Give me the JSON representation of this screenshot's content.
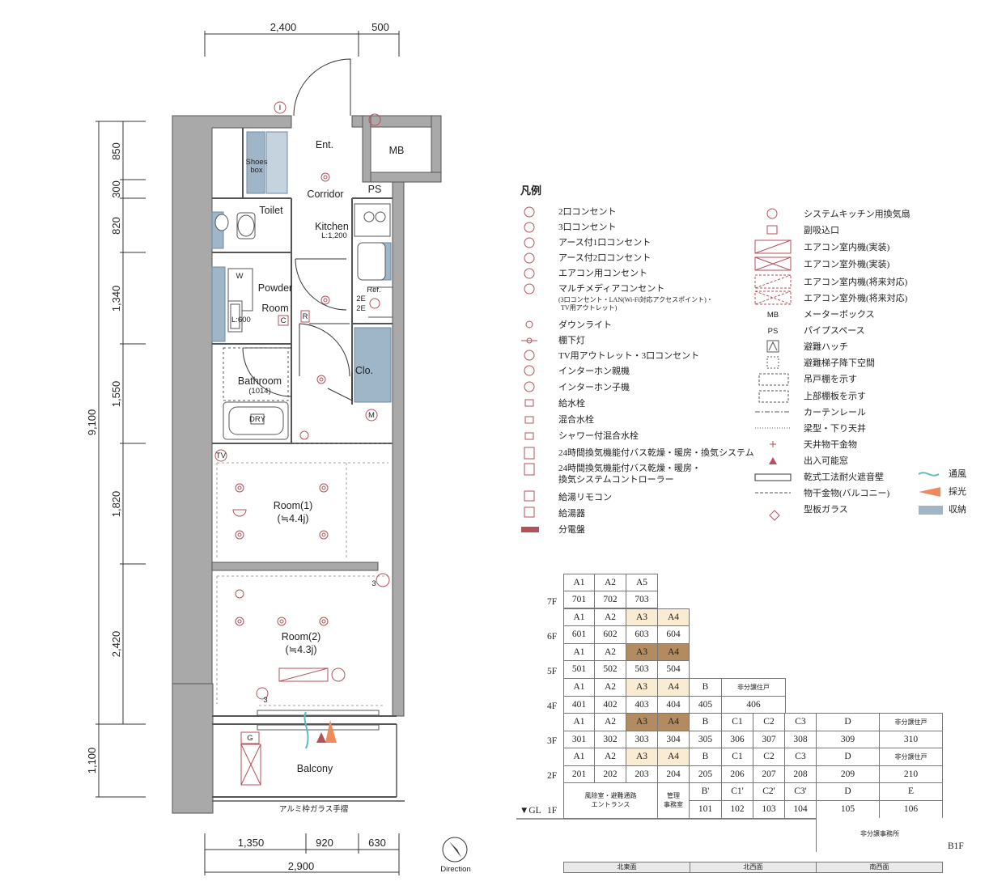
{
  "dimensions": {
    "top": [
      "2,400",
      "500"
    ],
    "bottom": [
      "1,350",
      "920",
      "630"
    ],
    "bottom_total": "2,900",
    "left_inner": [
      "850",
      "300",
      "820",
      "1,340",
      "1,550",
      "1,820",
      "2,420"
    ],
    "left_total": "9,100",
    "left_balcony": "1,100"
  },
  "rooms": {
    "ent": "Ent.",
    "mb": "MB",
    "ps": "PS",
    "corridor": "Corridor",
    "toilet": "Toilet",
    "kitchen": "Kitchen",
    "kitchen_len": "L:1,200",
    "shoes": "Shoes\nbox",
    "shoes1": "Shoes",
    "shoes2": "box",
    "powder1": "Powder",
    "powder2": "Room",
    "powder_len": "L:600",
    "washer": "W",
    "ref": "Ref.",
    "clo": "Clo.",
    "bath1": "Bathroom",
    "bath2": "(1014)",
    "dry": "DRY",
    "room1_a": "Room(1)",
    "room1_b": "(≒4.4j)",
    "room2_a": "Room(2)",
    "room2_b": "(≒4.3j)",
    "balcony": "Balcony",
    "railing": "アルミ枠ガラス手摺",
    "direction": "Direction",
    "g": "G",
    "c": "C",
    "r": "R",
    "m": "M",
    "i": "I",
    "tv": "TV",
    "num3": "3",
    "num2e": "2E"
  },
  "legend": {
    "title": "凡例",
    "left": [
      "2口コンセント",
      "3口コンセント",
      "アース付1口コンセント",
      "アース付2口コンセント",
      "エアコン用コンセント",
      "マルチメディアコンセント",
      "(3口コンセント・LAN(Wi-Fi対応アクセスポイント)・",
      "TV用アウトレット)",
      "ダウンライト",
      "棚下灯",
      "TV用アウトレット・3口コンセント",
      "インターホン親機",
      "インターホン子機",
      "給水栓",
      "混合水栓",
      "シャワー付混合水栓",
      "24時間換気機能付バス乾燥・暖房・換気システム",
      "24時間換気機能付バス乾燥・暖房・",
      "換気システムコントローラー",
      "給湯リモコン",
      "給湯器",
      "分電盤"
    ],
    "right": [
      "システムキッチン用換気扇",
      "副吸込口",
      "エアコン室内機(実装)",
      "エアコン室外機(実装)",
      "エアコン室内機(将来対応)",
      "エアコン室外機(将来対応)",
      "メーターボックス",
      "パイプスペース",
      "避難ハッチ",
      "避難梯子降下空間",
      "吊戸棚を示す",
      "上部棚板を示す",
      "カーテンレール",
      "梁型・下り天井",
      "天井物干金物",
      "出入可能窓",
      "乾式工法耐火遮音壁",
      "物干金物(バルコニー)",
      "型板ガラス"
    ],
    "right_codes": [
      "MB",
      "PS"
    ],
    "extra": [
      "通風",
      "採光",
      "収納"
    ]
  },
  "floors": {
    "labels": [
      "7F",
      "6F",
      "5F",
      "4F",
      "3F",
      "2F",
      "1F",
      "B1F"
    ],
    "gl": "▼GL",
    "f7": {
      "types": [
        "A1",
        "A2",
        "A5"
      ],
      "units": [
        "701",
        "702",
        "703"
      ]
    },
    "f6": {
      "types": [
        "A1",
        "A2",
        "A3",
        "A4"
      ],
      "units": [
        "601",
        "602",
        "603",
        "604"
      ]
    },
    "f5": {
      "types": [
        "A1",
        "A2",
        "A3",
        "A4"
      ],
      "units": [
        "501",
        "502",
        "503",
        "504"
      ]
    },
    "f4": {
      "types": [
        "A1",
        "A2",
        "A3",
        "A4",
        "B",
        "非分譲住戸"
      ],
      "units": [
        "401",
        "402",
        "403",
        "404",
        "405",
        "406"
      ]
    },
    "f3": {
      "types": [
        "A1",
        "A2",
        "A3",
        "A4",
        "B",
        "C1",
        "C2",
        "C3",
        "D",
        "非分譲住戸"
      ],
      "units": [
        "301",
        "302",
        "303",
        "304",
        "305",
        "306",
        "307",
        "308",
        "309",
        "310"
      ]
    },
    "f2": {
      "types": [
        "A1",
        "A2",
        "A3",
        "A4",
        "B",
        "C1",
        "C2",
        "C3",
        "D",
        "非分譲住戸"
      ],
      "units": [
        "201",
        "202",
        "203",
        "204",
        "205",
        "206",
        "207",
        "208",
        "209",
        "210"
      ]
    },
    "f1": {
      "lobby1": "風除室・避難通路",
      "lobby2": "エントランス",
      "mgmt1": "管理",
      "mgmt2": "事務室",
      "types": [
        "B'",
        "C1'",
        "C2'",
        "C3'",
        "D",
        "E"
      ],
      "units": [
        "101",
        "102",
        "103",
        "104",
        "105",
        "106"
      ]
    },
    "b1": "非分譲事務所",
    "directions": [
      "北東面",
      "北西面",
      "南西面"
    ]
  },
  "colors": {
    "accent": "#b4525a",
    "storage": "#9fb5c8",
    "wall": "#a9a9a9",
    "highlight": "#faecd2",
    "dark": "#b38b60"
  }
}
